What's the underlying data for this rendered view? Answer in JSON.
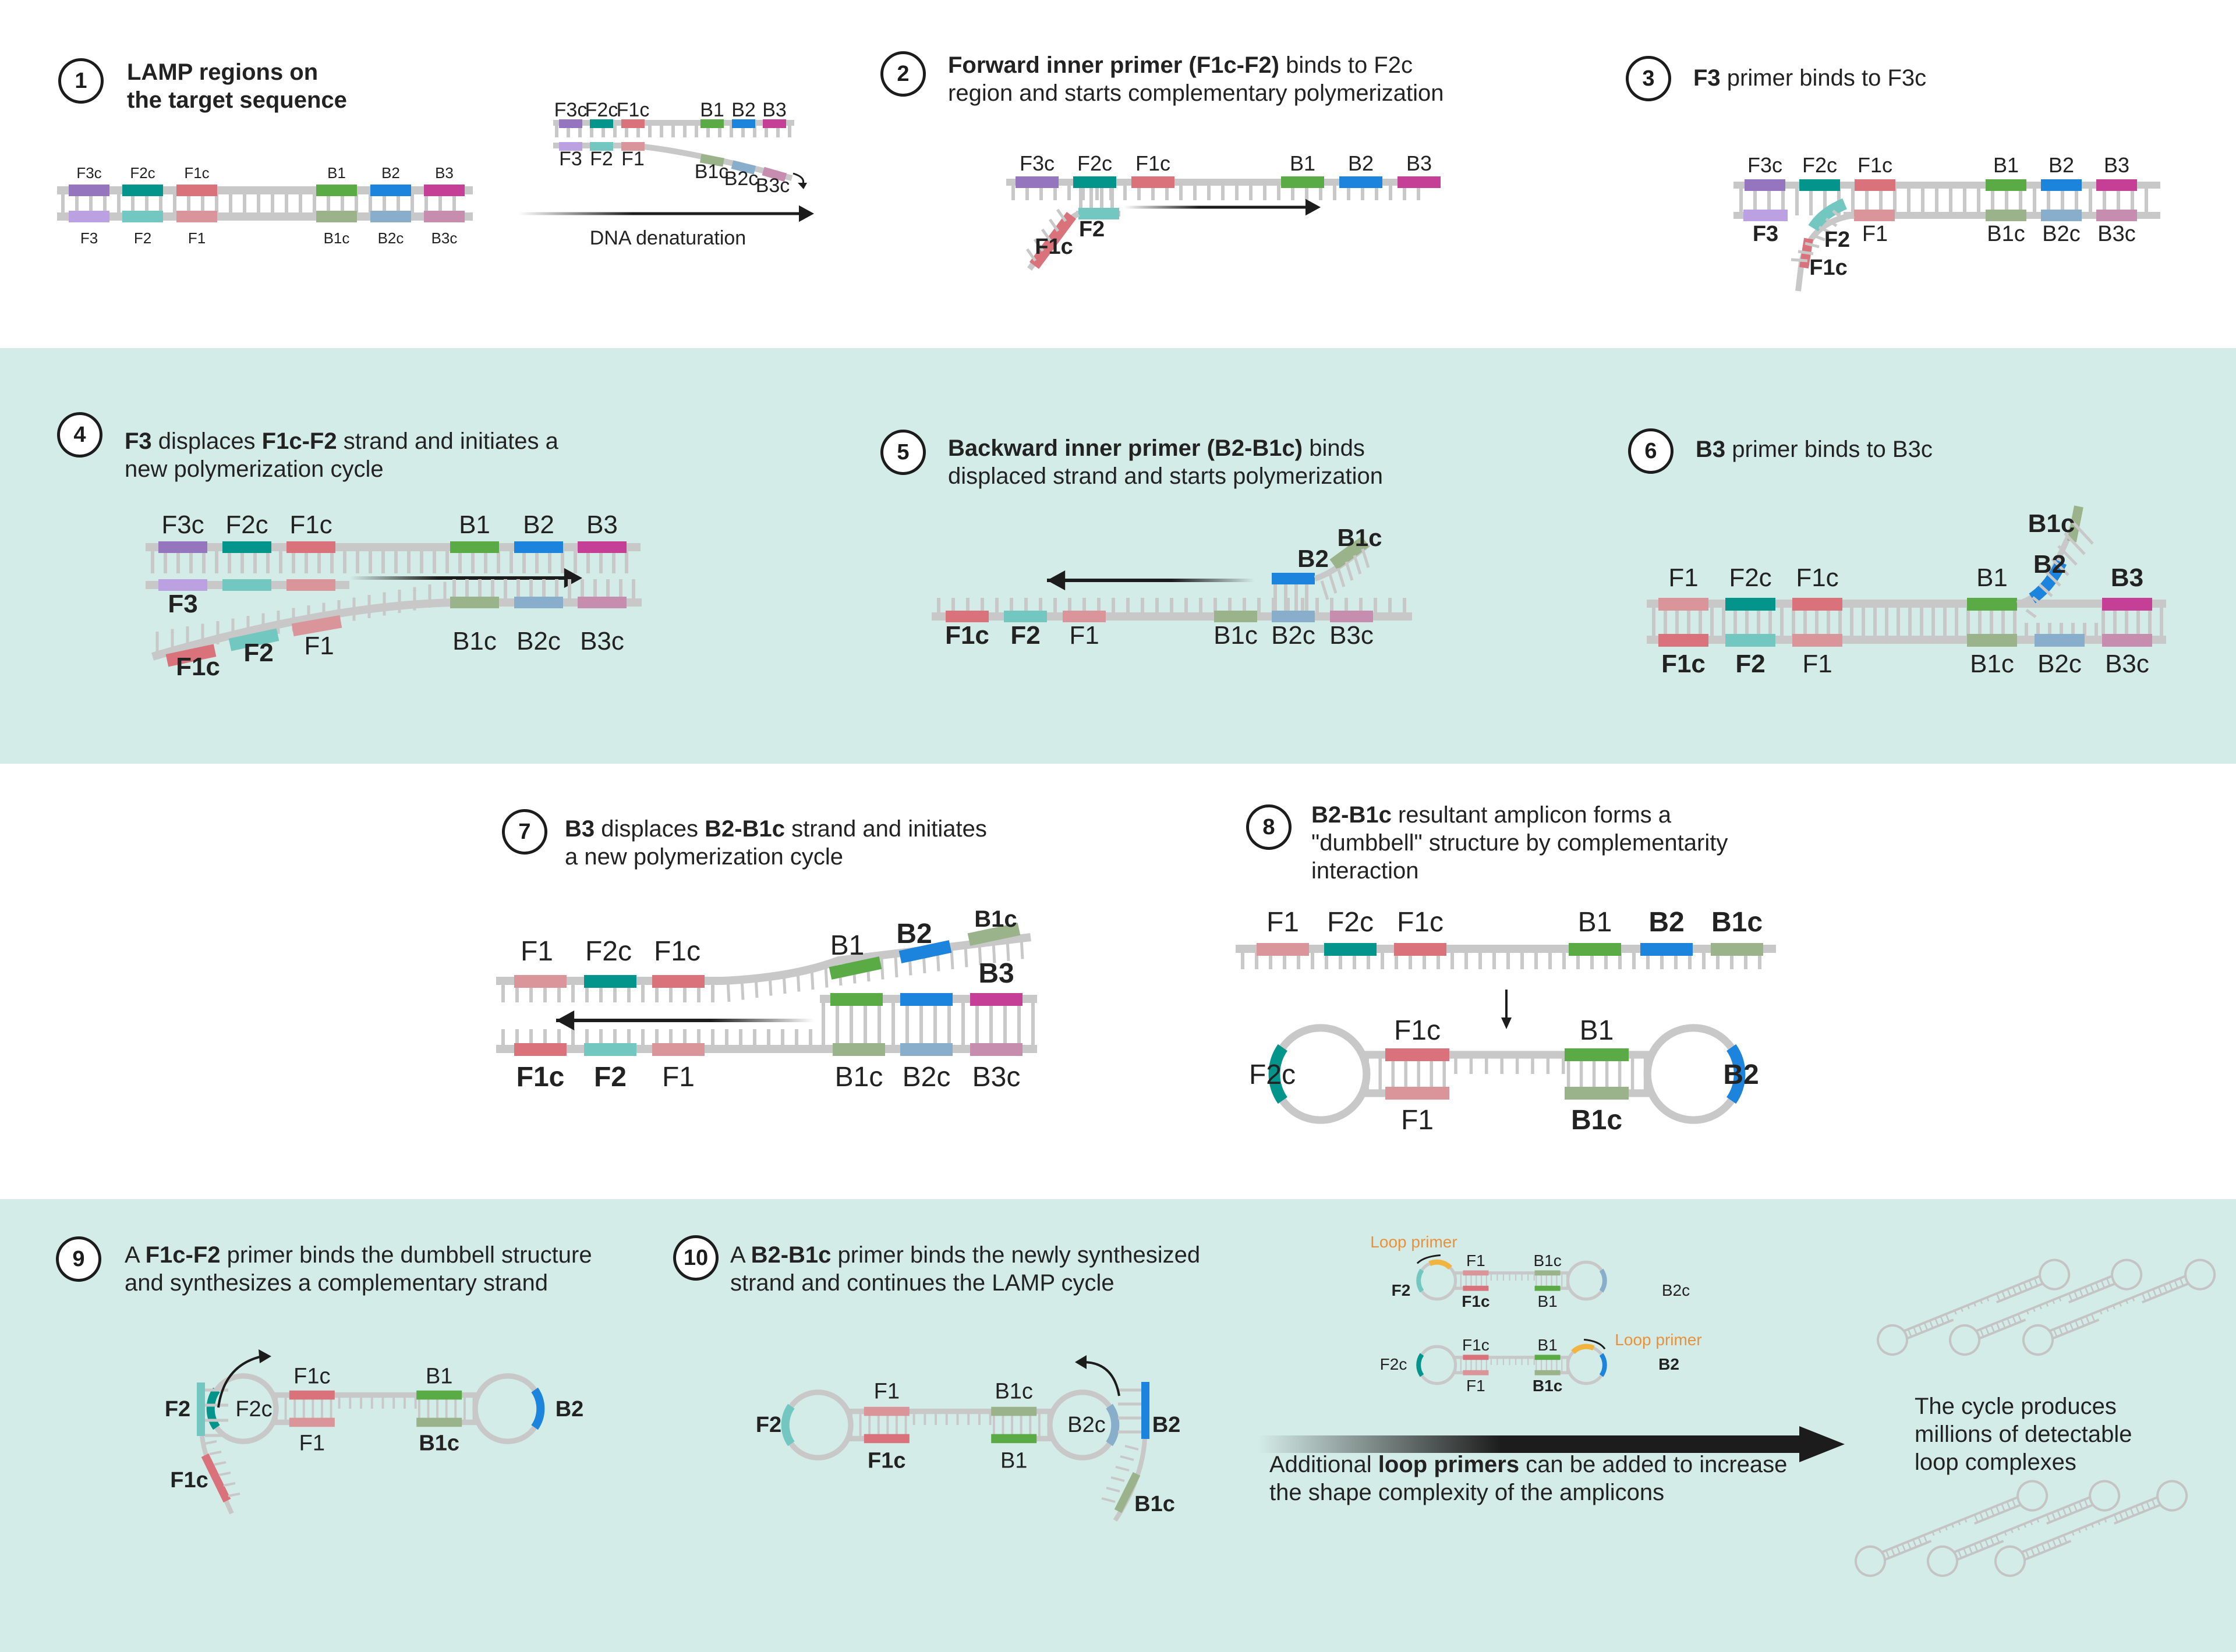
{
  "palette": {
    "F3c": "#9575be",
    "F2c": "#03958b",
    "F1c": "#d9727a",
    "B1": "#5aab46",
    "B2": "#1c84dd",
    "B3": "#c63f96",
    "F3": "#bba1e1",
    "F2": "#72c8c1",
    "F1": "#d99599",
    "B1c": "#9ab38a",
    "B2c": "#89aecb",
    "B3c": "#c68daf",
    "backbone": "#c8c8c8",
    "band_teal": "#d4ece8",
    "loop_primer": "#f2b441",
    "loop_primer_label": "#e8913a"
  },
  "steps": [
    {
      "num": "1",
      "parts": [
        {
          "b": "LAMP regions on"
        },
        {
          "br": true
        },
        {
          "b": "the target sequence"
        }
      ]
    },
    {
      "num": "2",
      "parts": [
        {
          "b": "Forward inner primer (F1c-F2)"
        },
        {
          "t": " binds to F2c"
        },
        {
          "br": true
        },
        {
          "t": "region and starts complementary polymerization"
        }
      ]
    },
    {
      "num": "3",
      "parts": [
        {
          "b": "F3"
        },
        {
          "t": " primer binds to F3c"
        }
      ]
    },
    {
      "num": "4",
      "parts": [
        {
          "b": "F3"
        },
        {
          "t": " displaces "
        },
        {
          "b": "F1c-F2"
        },
        {
          "t": " strand and initiates a"
        },
        {
          "br": true
        },
        {
          "t": "new polymerization cycle"
        }
      ]
    },
    {
      "num": "5",
      "parts": [
        {
          "b": "Backward inner primer (B2-B1c)"
        },
        {
          "t": " binds"
        },
        {
          "br": true
        },
        {
          "t": "displaced strand and starts polymerization"
        }
      ]
    },
    {
      "num": "6",
      "parts": [
        {
          "b": "B3"
        },
        {
          "t": " primer binds to B3c"
        }
      ]
    },
    {
      "num": "7",
      "parts": [
        {
          "b": "B3"
        },
        {
          "t": " displaces "
        },
        {
          "b": "B2-B1c"
        },
        {
          "t": " strand and initiates"
        },
        {
          "br": true
        },
        {
          "t": "a new polymerization cycle"
        }
      ]
    },
    {
      "num": "8",
      "parts": [
        {
          "b": "B2-B1c"
        },
        {
          "t": " resultant amplicon forms a"
        },
        {
          "br": true
        },
        {
          "t": "\"dumbbell\" structure by complementarity"
        },
        {
          "br": true
        },
        {
          "t": "interaction"
        }
      ]
    },
    {
      "num": "9",
      "parts": [
        {
          "t": "A "
        },
        {
          "b": "F1c-F2"
        },
        {
          "t": " primer binds the dumbbell structure"
        },
        {
          "br": true
        },
        {
          "t": "and synthesizes a complementary strand"
        }
      ]
    },
    {
      "num": "10",
      "parts": [
        {
          "t": "A "
        },
        {
          "b": "B2-B1c"
        },
        {
          "t": " primer binds the newly synthesized"
        },
        {
          "br": true
        },
        {
          "t": "strand and continues the LAMP cycle"
        }
      ]
    }
  ],
  "panel1": {
    "top_labels": [
      "F3c",
      "F2c",
      "F1c",
      "B1",
      "B2",
      "B3"
    ],
    "bottom_labels": [
      "F3",
      "F2",
      "F1",
      "B1c",
      "B2c",
      "B3c"
    ],
    "arrow_label": "DNA denaturation"
  },
  "panel2": {
    "top_labels": [
      "F3c",
      "F2c",
      "F1c",
      "B1",
      "B2",
      "B3"
    ],
    "primer_labels": [
      "F2",
      "F1c"
    ]
  },
  "panel3": {
    "top_labels": [
      "F3c",
      "F2c",
      "F1c",
      "B1",
      "B2",
      "B3"
    ],
    "bottom_labels": [
      "F3",
      "F1",
      "B1c",
      "B2c",
      "B3c"
    ],
    "primer_labels": [
      "F2",
      "F1c"
    ]
  },
  "panel4": {
    "top_labels": [
      "F3c",
      "F2c",
      "F1c",
      "B1",
      "B2",
      "B3"
    ],
    "mid_label": "F3",
    "bottom_labels": [
      "F1c",
      "F2",
      "F1",
      "B1c",
      "B2c",
      "B3c"
    ]
  },
  "panel5": {
    "bottom_labels": [
      "F1c",
      "F2",
      "F1",
      "B1c",
      "B2c",
      "B3c"
    ],
    "primer_labels": [
      "B2",
      "B1c"
    ]
  },
  "panel6": {
    "top_labels": [
      "F1",
      "F2c",
      "F1c",
      "B1",
      "B3"
    ],
    "primer_labels": [
      "B2",
      "B1c"
    ],
    "bottom_labels": [
      "F1c",
      "F2",
      "F1",
      "B1c",
      "B2c",
      "B3c"
    ]
  },
  "panel7": {
    "top_labels": [
      "F1",
      "F2c",
      "F1c",
      "B1",
      "B2",
      "B1c"
    ],
    "mid_label": "B3",
    "bottom_labels": [
      "F1c",
      "F2",
      "F1",
      "B1c",
      "B2c",
      "B3c"
    ]
  },
  "panel8": {
    "top_labels": [
      "F1",
      "F2c",
      "F1c",
      "B1",
      "B2",
      "B1c"
    ],
    "dumbbell_labels": {
      "left_loop": "F2c",
      "top_left": "F1c",
      "bottom_left": "F1",
      "top_right": "B1",
      "bottom_right": "B1c",
      "right_loop": "B2"
    }
  },
  "panel9": {
    "labels": {
      "primer": "F2",
      "loop": "F2c",
      "tail": "F1c",
      "top_left": "F1c",
      "bottom_left": "F1",
      "top_right": "B1",
      "bottom_right": "B1c",
      "right_loop": "B2"
    }
  },
  "panel10": {
    "labels": {
      "left_loop": "F2",
      "top_left": "F1",
      "bottom_left": "F1c",
      "top_right": "B1c",
      "bottom_right": "B1",
      "loop": "B2c",
      "primer": "B2",
      "tail": "B1c"
    }
  },
  "loop_panel": {
    "loop_primer_label": "Loop primer",
    "upper": {
      "left_loop": "F2",
      "top_left": "F1",
      "bottom_left": "F1c",
      "top_right": "B1c",
      "bottom_right": "B1",
      "right_loop": "B2c"
    },
    "lower": {
      "left_loop": "F2c",
      "top_left": "F1c",
      "bottom_left": "F1",
      "top_right": "B1",
      "bottom_right": "B1c",
      "right_loop": "B2"
    },
    "caption_pre": "Additional ",
    "caption_bold": "loop primers",
    "caption_post": " can be added to increase",
    "caption_line2": "the shape complexity of the amplicons"
  },
  "result": {
    "line1": "The cycle produces",
    "line2": "millions of detectable",
    "line3": "loop complexes"
  }
}
